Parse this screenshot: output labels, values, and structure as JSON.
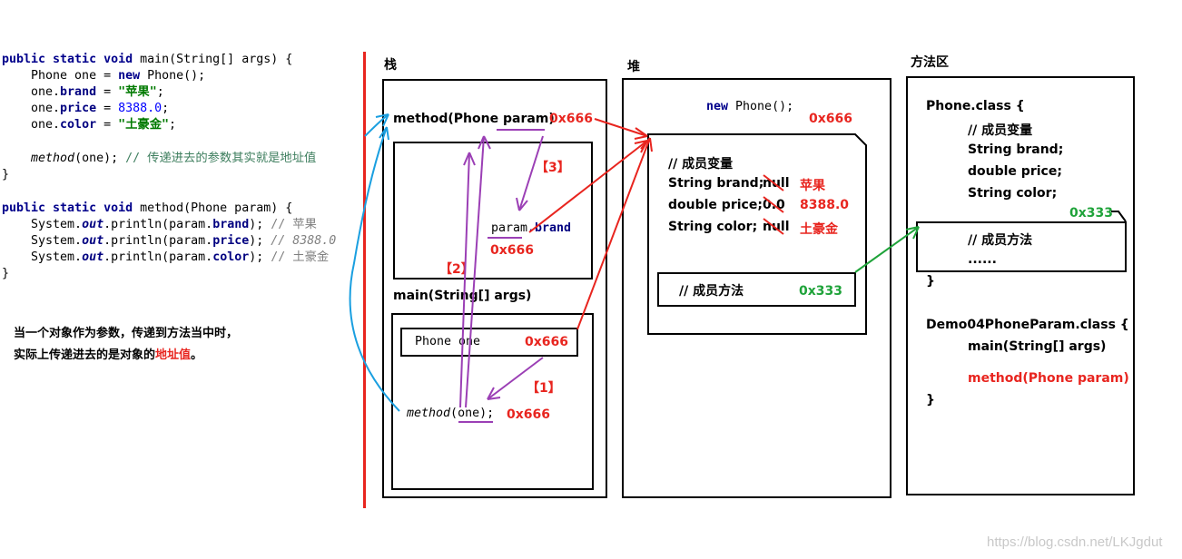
{
  "code": {
    "main_sig": {
      "mods": "public static void",
      "name": " main(String[] args) {"
    },
    "line_new": {
      "pre": "    Phone one = ",
      "kw": "new",
      "post": " Phone();"
    },
    "line_brand": {
      "pre": "    one.",
      "field": "brand",
      "eq": " = ",
      "val": "\"苹果\"",
      "end": ";"
    },
    "line_price": {
      "pre": "    one.",
      "field": "price",
      "eq": " = ",
      "val": "8388.0",
      "end": ";"
    },
    "line_color": {
      "pre": "    one.",
      "field": "color",
      "eq": " = ",
      "val": "\"土豪金\"",
      "end": ";"
    },
    "line_call": {
      "pre": "    ",
      "name": "method",
      "args": "(one); ",
      "comment": "// 传递进去的参数其实就是地址值"
    },
    "close1": "}",
    "method_sig": {
      "mods": "public static void",
      "name": " method(Phone param) {"
    },
    "print_brand": {
      "pre": "    System.",
      "out": "out",
      "mid": ".println(param.",
      "field": "brand",
      "end": "); ",
      "comment": "// 苹果"
    },
    "print_price": {
      "pre": "    System.",
      "out": "out",
      "mid": ".println(param.",
      "field": "price",
      "end": "); ",
      "comment": "// 8388.0"
    },
    "print_color": {
      "pre": "    System.",
      "out": "out",
      "mid": ".println(param.",
      "field": "color",
      "end": "); ",
      "comment": "// 土豪金"
    },
    "close2": "}"
  },
  "note": {
    "line1": "当一个对象作为参数，传递到方法当中时，",
    "line2_pre": "实际上传递进去的是对象的",
    "line2_hl": "地址值",
    "line2_end": "。"
  },
  "stack": {
    "title": "栈",
    "method_frame": {
      "name_pre": "method(Phone ",
      "name_param": "param",
      "name_end": ")",
      "addr": "0x666"
    },
    "param_brand": {
      "obj": "param",
      "field": ".brand",
      "addr": "0x666"
    },
    "main_frame": {
      "name": "main(String[] args)"
    },
    "phone_var": {
      "label": "Phone  one",
      "addr": "0x666"
    },
    "call": {
      "name": "method",
      "open": "(",
      "arg": "one",
      "close": ");",
      "addr": "0x666"
    },
    "steps": {
      "s1": "【1】",
      "s2": "【2】",
      "s3": "【3】"
    }
  },
  "heap": {
    "title": "堆",
    "new_stmt": {
      "kw": "new",
      "rest": " Phone();"
    },
    "addr": "0x666",
    "fields_comment": "// 成员变量",
    "fields": [
      {
        "name": "String brand;",
        "old": "null",
        "new": "苹果"
      },
      {
        "name": "double price;",
        "old": "0.0",
        "new": "8388.0"
      },
      {
        "name": "String color;",
        "old": "null",
        "new": "土豪金"
      }
    ],
    "methods_comment": "// 成员方法",
    "methods_addr": "0x333"
  },
  "method_area": {
    "title": "方法区",
    "phone_class": "Phone.class {",
    "fields_comment": "// 成员变量",
    "fields": [
      "String brand;",
      "double price;",
      "String color;"
    ],
    "methods_addr": "0x333",
    "methods_comment": "// 成员方法",
    "ellipsis": "......",
    "close": "}",
    "demo_class": "Demo04PhoneParam.class {",
    "demo_main": "main(String[] args)",
    "demo_method": "method(Phone param)",
    "demo_close": "}"
  },
  "watermark": "https://blog.csdn.net/LKJgdut"
}
